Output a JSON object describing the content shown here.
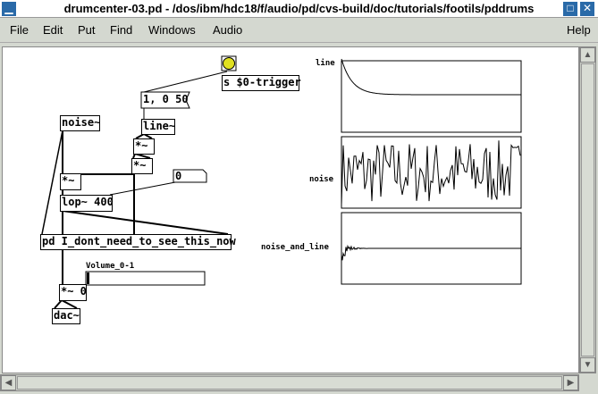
{
  "window": {
    "title": "drumcenter-03.pd  - /dos/ibm/hdc18/f/audio/pd/cvs-build/doc/tutorials/footils/pddrums"
  },
  "menu": [
    "File",
    "Edit",
    "Put",
    "Find",
    "Windows",
    "Audio"
  ],
  "help": "Help",
  "patch": {
    "send": "s $0-trigger",
    "msg": "1, 0 50",
    "line": "line~",
    "mul1": "*~",
    "mul2": "*~",
    "noise": "noise~",
    "mul3": "*~",
    "lop": "lop~ 400",
    "number": "0",
    "pd": "pd I_dont_need_to_see_this_now",
    "volume_label": "Volume_0-1",
    "volume_value": 0,
    "mulvol": "*~ 0",
    "dac": "dac~"
  },
  "arrays": [
    {
      "name": "line"
    },
    {
      "name": "noise"
    },
    {
      "name": "noise_and_line"
    }
  ],
  "colors": {
    "bang": "#e0e020"
  }
}
